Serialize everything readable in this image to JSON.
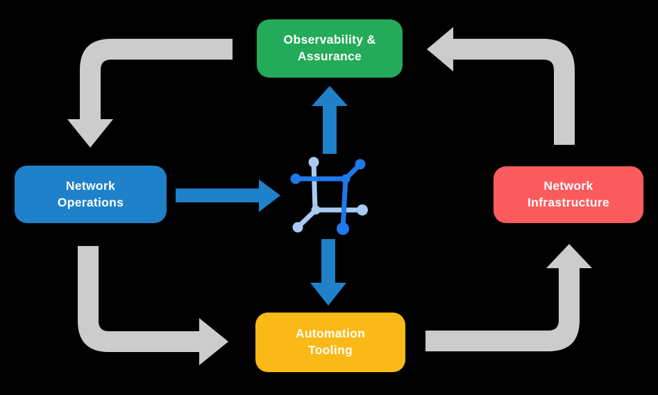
{
  "diagram": {
    "type": "cycle-diagram",
    "nodes": {
      "observability": {
        "label": "Observability &\nAssurance",
        "color": "#23AB59"
      },
      "operations": {
        "label": "Network\nOperations",
        "color": "#1E81C9"
      },
      "infrastructure": {
        "label": "Network\nInfrastructure",
        "color": "#FB5B5D"
      },
      "tooling": {
        "label": "Automation\nTooling",
        "color": "#FBB917"
      }
    },
    "colors": {
      "background": "#000000",
      "arrow_gray": "#CCCCCC",
      "arrow_blue": "#1E81C9",
      "icon_blue": "#2079E8",
      "icon_light_blue": "#A9CBF3",
      "text": "#FFFFFF"
    },
    "center_icon": "network-mesh-icon",
    "cycle_flows": [
      {
        "from": "Observability & Assurance",
        "to": "Network Operations"
      },
      {
        "from": "Network Operations",
        "to": "Automation Tooling"
      },
      {
        "from": "Automation Tooling",
        "to": "Network Infrastructure"
      },
      {
        "from": "Network Infrastructure",
        "to": "Observability & Assurance"
      }
    ],
    "hub_flows": [
      {
        "from": "Network Operations",
        "to": "center icon"
      },
      {
        "from": "center icon",
        "to": "Observability & Assurance"
      },
      {
        "from": "center icon",
        "to": "Automation Tooling"
      }
    ]
  }
}
